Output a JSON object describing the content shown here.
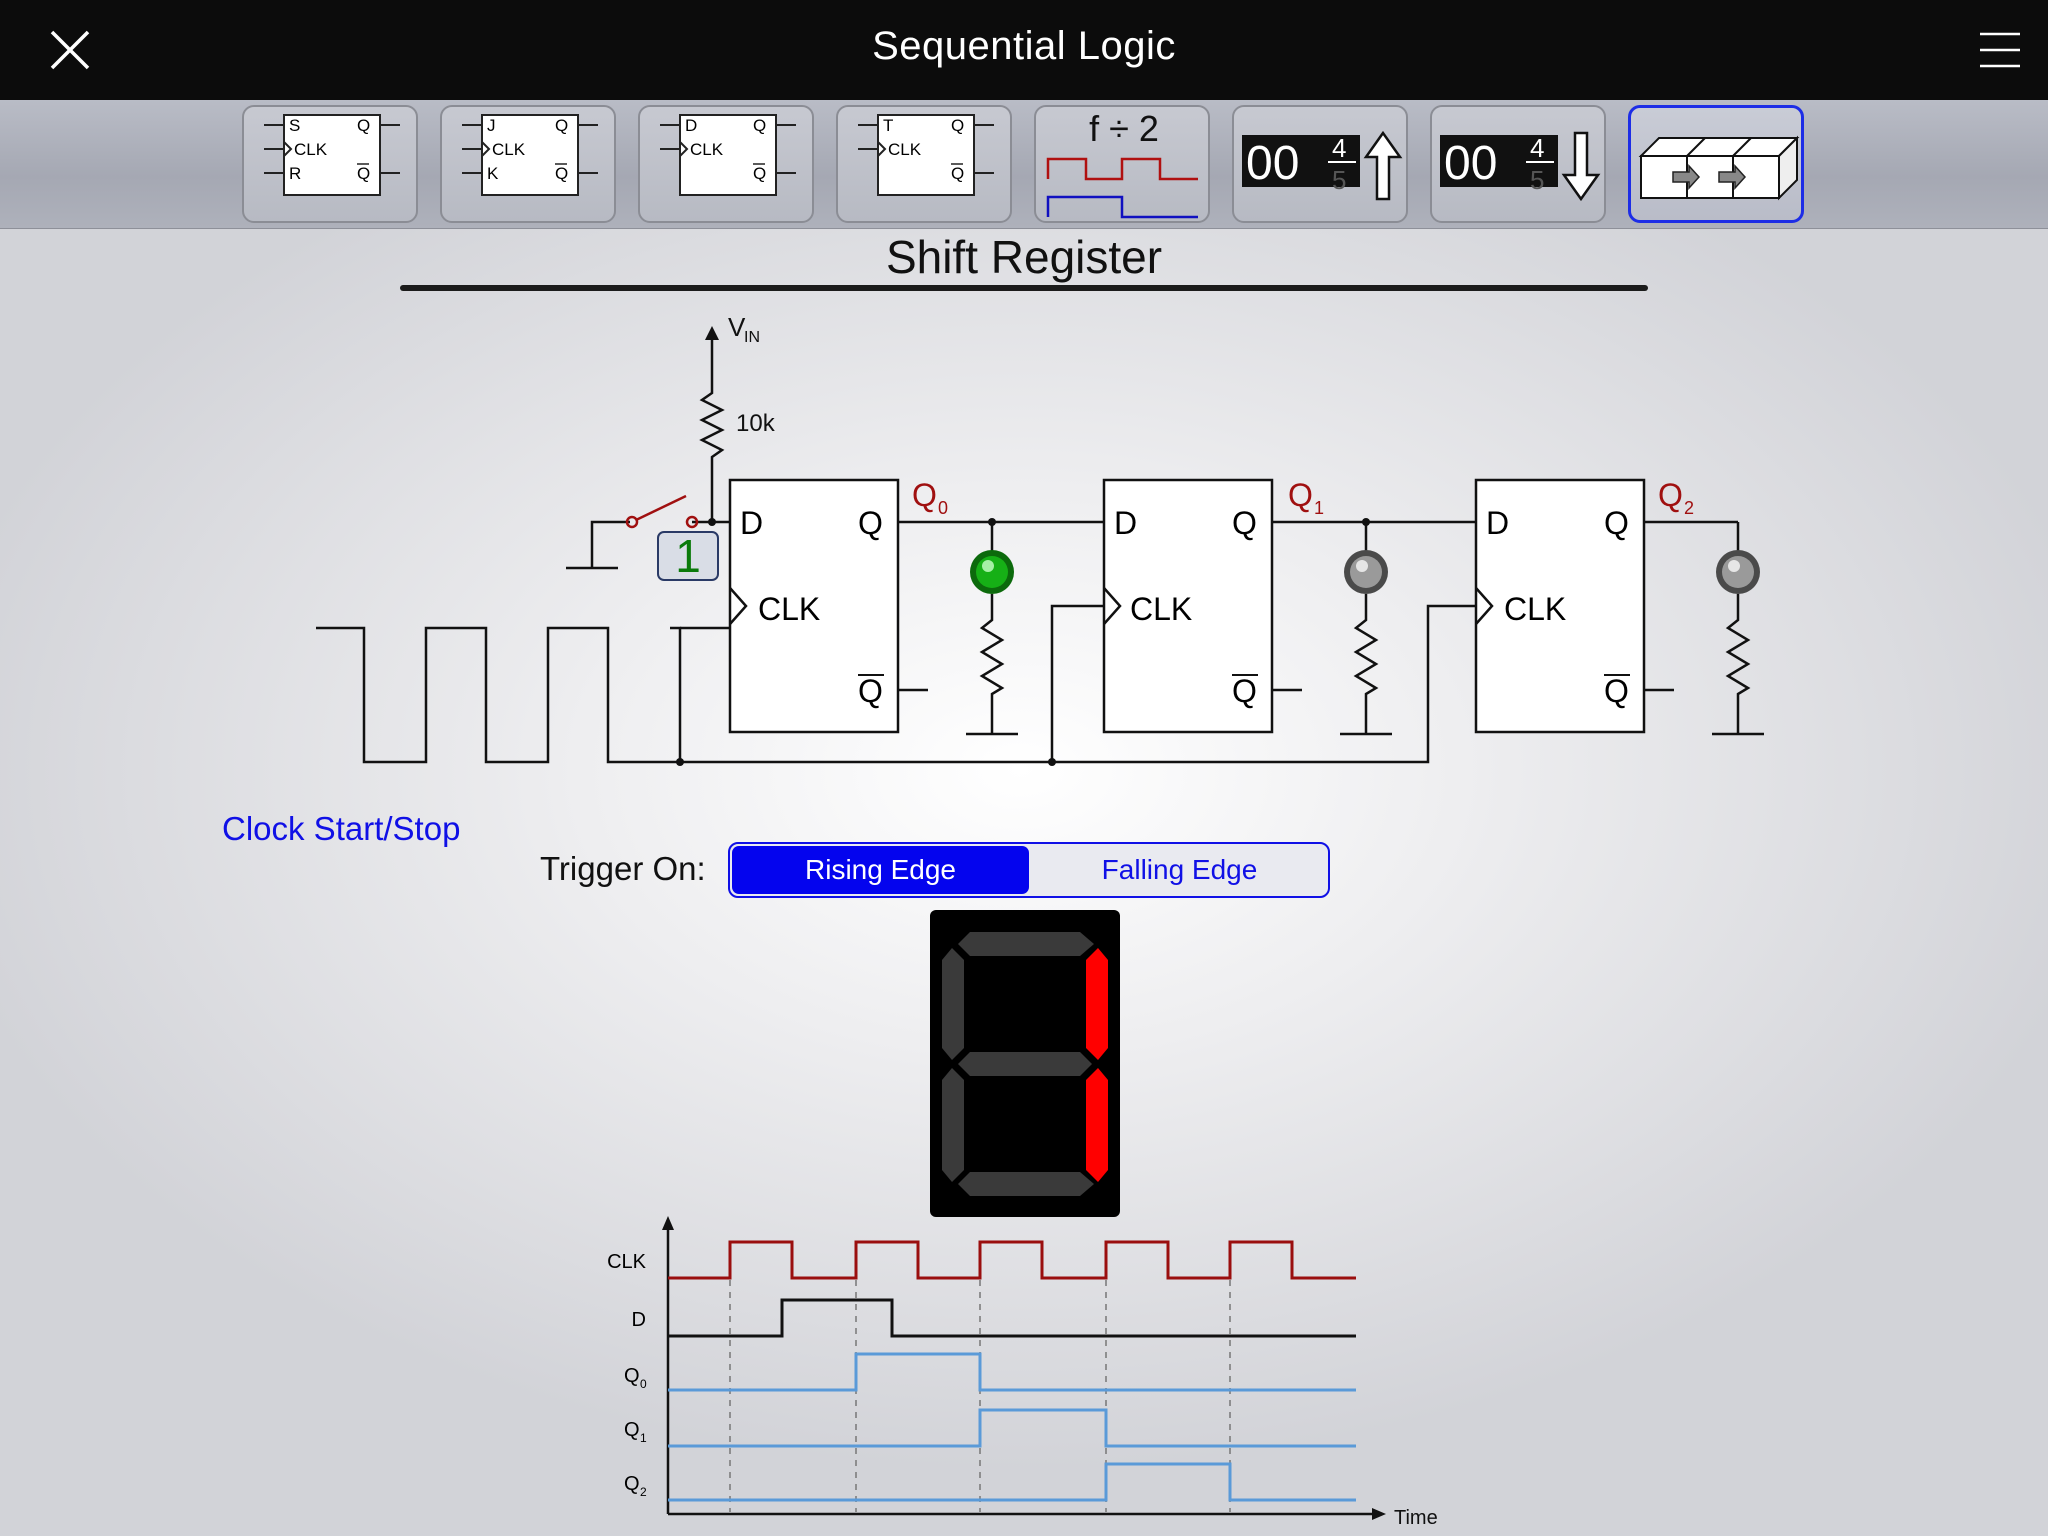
{
  "app": {
    "title": "Sequential Logic",
    "close_icon": "close-x-icon",
    "menu_icon": "hamburger-menu-icon"
  },
  "toolbar": {
    "tools": [
      {
        "name": "sr-flip-flop",
        "top_left": "S",
        "bottom_left": "R",
        "clock": "CLK",
        "q": "Q",
        "qbar": "Q"
      },
      {
        "name": "jk-flip-flop",
        "top_left": "J",
        "bottom_left": "K",
        "clock": "CLK",
        "q": "Q",
        "qbar": "Q"
      },
      {
        "name": "d-flip-flop",
        "top_left": "D",
        "bottom_left": "",
        "clock": "CLK",
        "q": "Q",
        "qbar": "Q"
      },
      {
        "name": "t-flip-flop",
        "top_left": "T",
        "bottom_left": "",
        "clock": "CLK",
        "q": "Q",
        "qbar": "Q"
      },
      {
        "name": "frequency-divider",
        "label": "f ÷ 2"
      },
      {
        "name": "up-counter",
        "digits": "00",
        "roll_top": "4",
        "roll_bottom": "5",
        "arrow": "up-arrow-icon"
      },
      {
        "name": "down-counter",
        "digits": "00",
        "roll_top": "4",
        "roll_bottom": "5",
        "arrow": "down-arrow-icon"
      },
      {
        "name": "shift-register",
        "selected": true,
        "icon": "shift-register-icon"
      }
    ]
  },
  "page": {
    "heading": "Shift Register"
  },
  "circuit": {
    "vin_label": "V",
    "vin_sub": "IN",
    "resistor_label": "10k",
    "switch_value": "1",
    "flip_flops": [
      {
        "d": "D",
        "q": "Q",
        "clk": "CLK",
        "qbar": "Q",
        "out": "Q",
        "out_sub": "0",
        "led": "on"
      },
      {
        "d": "D",
        "q": "Q",
        "clk": "CLK",
        "qbar": "Q",
        "out": "Q",
        "out_sub": "1",
        "led": "off"
      },
      {
        "d": "D",
        "q": "Q",
        "clk": "CLK",
        "qbar": "Q",
        "out": "Q",
        "out_sub": "2",
        "led": "off"
      }
    ],
    "colors": {
      "output_label": "#a01010",
      "led_on": "#10a010",
      "led_off": "#8a8a8a",
      "switch": "#a01010",
      "switch_value": "#0a7a0a"
    }
  },
  "controls": {
    "clock_link": "Clock Start/Stop",
    "trigger_label": "Trigger On:",
    "trigger_options": [
      "Rising Edge",
      "Falling Edge"
    ],
    "trigger_selected": "Rising Edge"
  },
  "display": {
    "value": "1",
    "segments_on": [
      "b",
      "c"
    ],
    "on_color": "#ff0000",
    "off_color": "#3a3a3a"
  },
  "timing": {
    "signals": [
      {
        "label": "CLK",
        "sub": "",
        "color": "#9a0e0e"
      },
      {
        "label": "D",
        "sub": "",
        "color": "#111111"
      },
      {
        "label": "Q",
        "sub": "0",
        "color": "#5a9ad8"
      },
      {
        "label": "Q",
        "sub": "1",
        "color": "#5a9ad8"
      },
      {
        "label": "Q",
        "sub": "2",
        "color": "#5a9ad8"
      }
    ],
    "x_axis_label": "Time"
  }
}
